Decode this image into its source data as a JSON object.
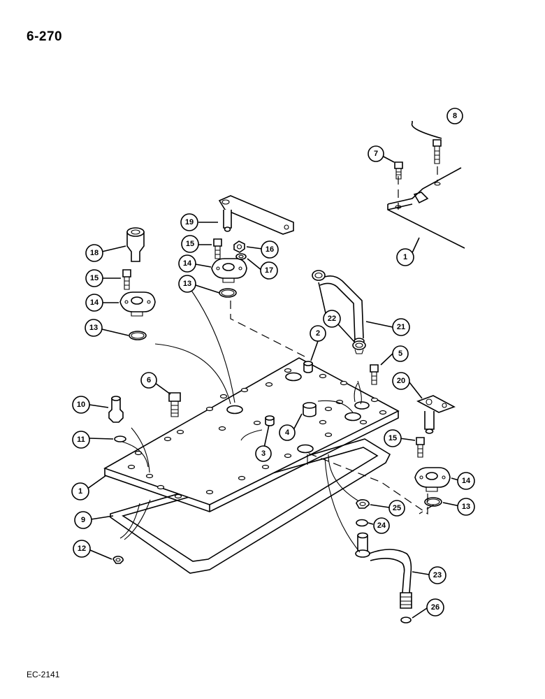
{
  "page_number": "6-270",
  "figure_code": "EC-2141",
  "callouts": [
    "1",
    "1",
    "2",
    "3",
    "4",
    "5",
    "6",
    "7",
    "8",
    "9",
    "10",
    "11",
    "12",
    "13",
    "13",
    "13",
    "14",
    "14",
    "14",
    "15",
    "15",
    "15",
    "16",
    "17",
    "18",
    "19",
    "20",
    "21",
    "22",
    "23",
    "24",
    "25",
    "26"
  ]
}
